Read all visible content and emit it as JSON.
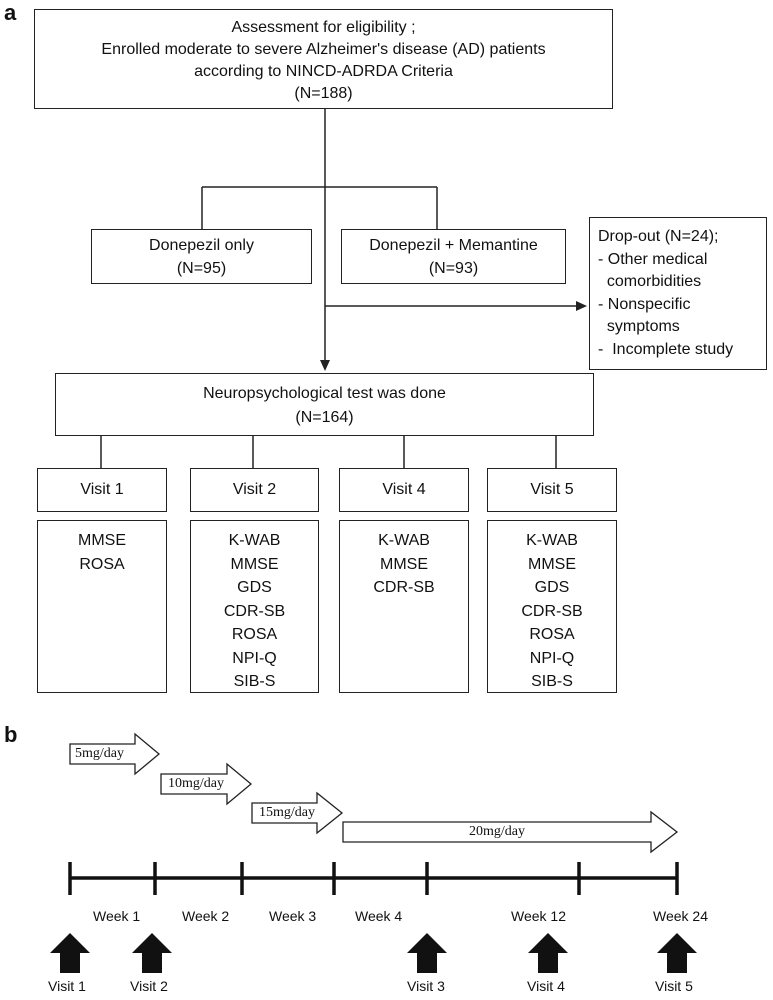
{
  "panel_a": {
    "label": "a",
    "eligibility": {
      "lines": [
        "Assessment for eligibility ;",
        "Enrolled moderate to severe Alzheimer's disease (AD) patients",
        "according to NINCD-ADRDA Criteria",
        "(N=188)"
      ]
    },
    "arms": [
      {
        "title": "Donepezil only",
        "n": "(N=95)"
      },
      {
        "title": "Donepezil + Memantine",
        "n": "(N=93)"
      }
    ],
    "dropout": {
      "lines": [
        "Drop-out (N=24);",
        "- Other medical",
        "  comorbidities",
        "- Nonspecific",
        "  symptoms",
        "-  Incomplete study"
      ]
    },
    "neuro": {
      "title": "Neuropsychological test was done",
      "n": "(N=164)"
    },
    "visits": [
      {
        "label": "Visit 1",
        "tests": [
          "MMSE",
          "ROSA"
        ]
      },
      {
        "label": "Visit 2",
        "tests": [
          "K-WAB",
          "MMSE",
          "GDS",
          "CDR-SB",
          "ROSA",
          "NPI-Q",
          "SIB-S"
        ]
      },
      {
        "label": "Visit 4",
        "tests": [
          "K-WAB",
          "MMSE",
          "CDR-SB"
        ]
      },
      {
        "label": "Visit 5",
        "tests": [
          "K-WAB",
          "MMSE",
          "GDS",
          "CDR-SB",
          "ROSA",
          "NPI-Q",
          "SIB-S"
        ]
      }
    ]
  },
  "panel_b": {
    "label": "b",
    "doses": [
      "5mg/day",
      "10mg/day",
      "15mg/day",
      "20mg/day"
    ],
    "weeks": [
      "Week 1",
      "Week 2",
      "Week 3",
      "Week 4",
      "Week 12",
      "Week 24"
    ],
    "visits": [
      "Visit 1",
      "Visit 2",
      "Visit 3",
      "Visit 4",
      "Visit 5"
    ]
  }
}
